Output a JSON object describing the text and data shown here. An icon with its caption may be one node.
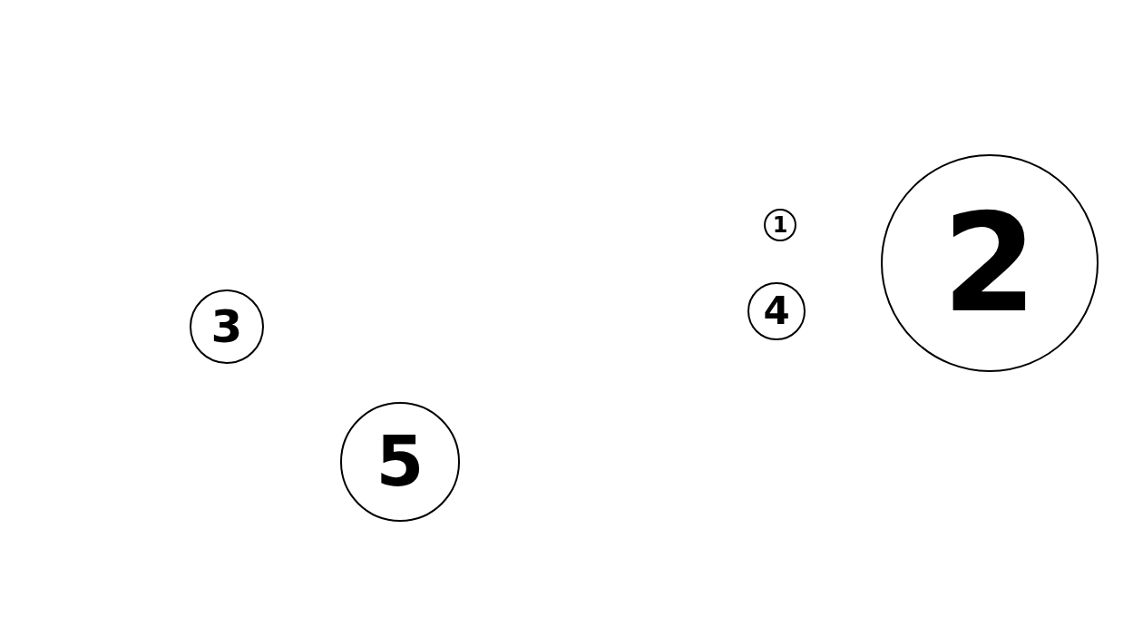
{
  "diagram": {
    "nodes": [
      {
        "text": [
          "1"
        ]
      },
      {
        "text": [
          "2"
        ]
      },
      {
        "text": [
          "3"
        ]
      },
      {
        "text": [
          "4"
        ]
      },
      {
        "text": [
          "5"
        ]
      }
    ]
  }
}
